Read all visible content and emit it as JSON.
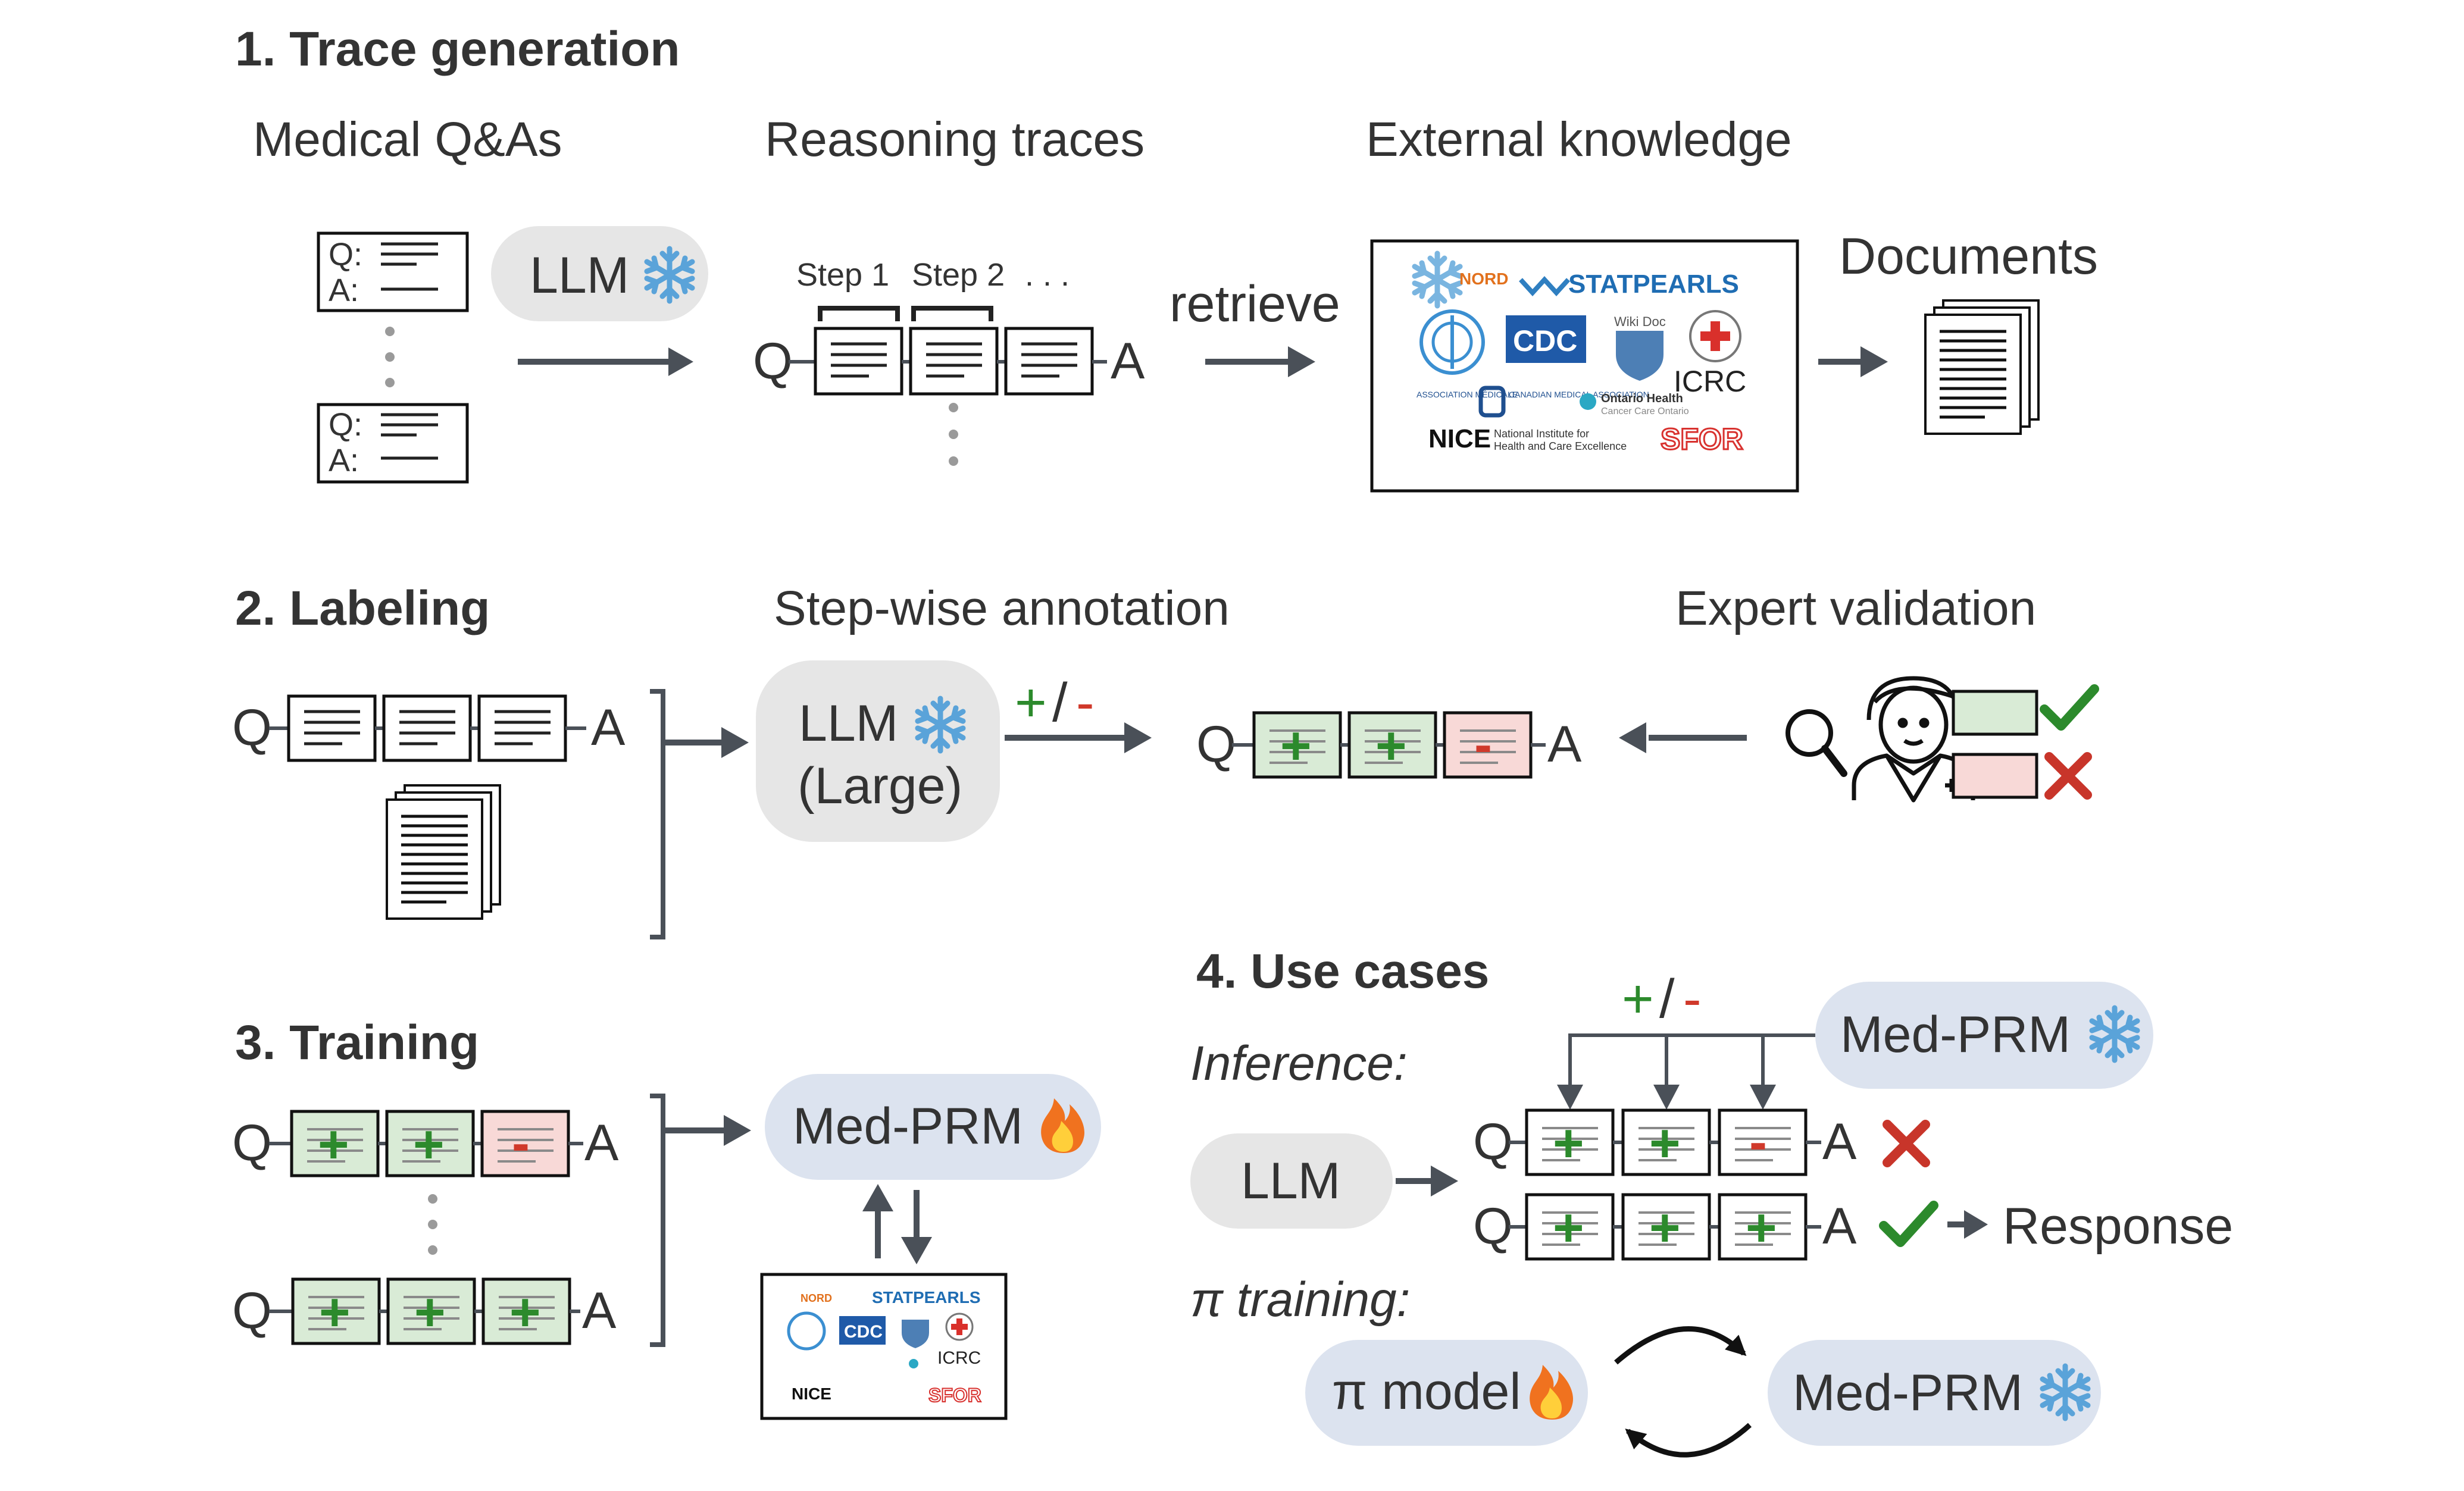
{
  "sections": {
    "trace": {
      "title": "1. Trace generation",
      "col_qa": "Medical Q&As",
      "col_traces": "Reasoning traces",
      "col_knowledge": "External knowledge",
      "documents": "Documents",
      "llm": "LLM",
      "retrieve": "retrieve",
      "step1": "Step 1",
      "step2": "Step 2",
      "ellipsis": ". . .",
      "q_label": "Q:",
      "a_label": "A:"
    },
    "labeling": {
      "title": "2. Labeling",
      "stepwise": "Step-wise annotation",
      "expert": "Expert validation",
      "llm_line1": "LLM",
      "llm_line2": "(Large)",
      "plus": "+",
      "slash": "/",
      "minus": "-"
    },
    "training": {
      "title": "3. Training",
      "model": "Med-PRM"
    },
    "usecases": {
      "title": "4. Use cases",
      "inference": "Inference:",
      "pi_training": "π training:",
      "model": "Med-PRM",
      "llm": "LLM",
      "response": "Response",
      "pi_model": "π model",
      "med_prm": "Med-PRM"
    },
    "common": {
      "Q": "Q",
      "A": "A"
    }
  },
  "knowledge_logos": {
    "nord": "NORD",
    "statpearls": "STATPEARLS",
    "cdc": "CDC",
    "wikidoc": "Wiki Doc",
    "icrc": "ICRC",
    "cma": "CANADIAN MEDICAL ASSOCIATION",
    "ontario": "Ontario Health",
    "ontario_sub": "Cancer Care Ontario",
    "nice": "NICE",
    "nice_sub1": "National Institute for",
    "nice_sub2": "Health and Care Excellence",
    "sfor": "SFOR"
  },
  "colors": {
    "good_step": "#d9ebd6",
    "bad_step": "#f8d9d7",
    "plus_mark": "#2c8a2c",
    "minus_mark": "#d0392b",
    "frozen_pill": "#e6e6e6",
    "model_pill": "#dce3ef"
  },
  "icons": {
    "frozen": "snowflake-icon",
    "trainable": "fire-icon",
    "approve": "check-icon",
    "reject": "cross-icon",
    "search": "magnifier-icon",
    "expert": "doctor-icon"
  }
}
